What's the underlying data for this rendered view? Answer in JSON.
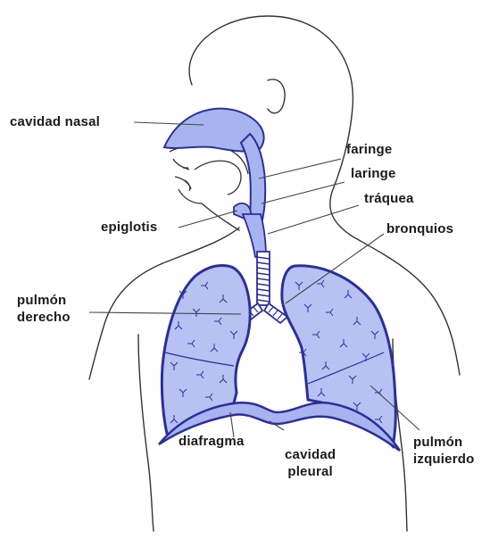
{
  "labels": {
    "nasal_cavity": "cavidad nasal",
    "pharynx": "faringe",
    "larynx": "laringe",
    "trachea": "tráquea",
    "epiglottis": "epiglotis",
    "bronchi": "bronquios",
    "right_lung": "pulmón\nderecho",
    "diaphragm": "diafragma",
    "pleural_cavity": "cavidad\npleural",
    "left_lung": "pulmón\nizquierdo"
  },
  "colors": {
    "organ_fill": "#a7b4ef",
    "lung_fill": "#b7c2f3",
    "organ_outline": "#2b2f9a",
    "body_outline": "#333333",
    "leader_line": "#444444",
    "label_text": "#1a1a1a"
  }
}
